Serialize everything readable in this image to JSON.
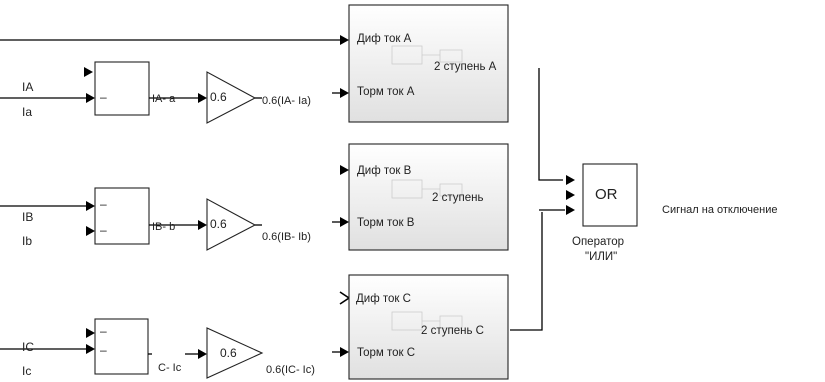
{
  "colors": {
    "line": "#000000",
    "block_border": "#222222",
    "subsystem_fill_top": "#ffffff",
    "subsystem_fill_bottom": "#e2e2e2"
  },
  "phases": [
    {
      "input_top": "IA",
      "input_bottom": "Ia",
      "sum_sign_top": "",
      "sum_sign_bottom": "–",
      "diff_signal": "IA- a",
      "gain": "0.6",
      "gain_output": "0.6(IA- Ia)",
      "port_diff": "Диф ток A",
      "port_brake": "Торм ток A",
      "stage_label": "2 ступень A"
    },
    {
      "input_top": "IB",
      "input_bottom": "Ib",
      "sum_sign_top": "–",
      "sum_sign_bottom": "–",
      "diff_signal": "IB- b",
      "gain": "0.6",
      "gain_output": "0.6(IB- Ib)",
      "port_diff": "Диф ток B",
      "port_brake": "Торм ток B",
      "stage_label": "2 ступень"
    },
    {
      "input_top": "IC",
      "input_bottom": "Ic",
      "sum_sign_top": "–",
      "sum_sign_bottom": "–",
      "diff_signal": "C- Ic",
      "gain": "0.6",
      "gain_output": "0.6(IC- Ic)",
      "port_diff": "Диф ток C",
      "port_brake": "Торм ток C",
      "stage_label": "2 ступень C"
    }
  ],
  "or_block": {
    "label": "OR",
    "caption_line1": "Оператор",
    "caption_line2": "\"ИЛИ\""
  },
  "output_label": "Сигнал на отключение"
}
